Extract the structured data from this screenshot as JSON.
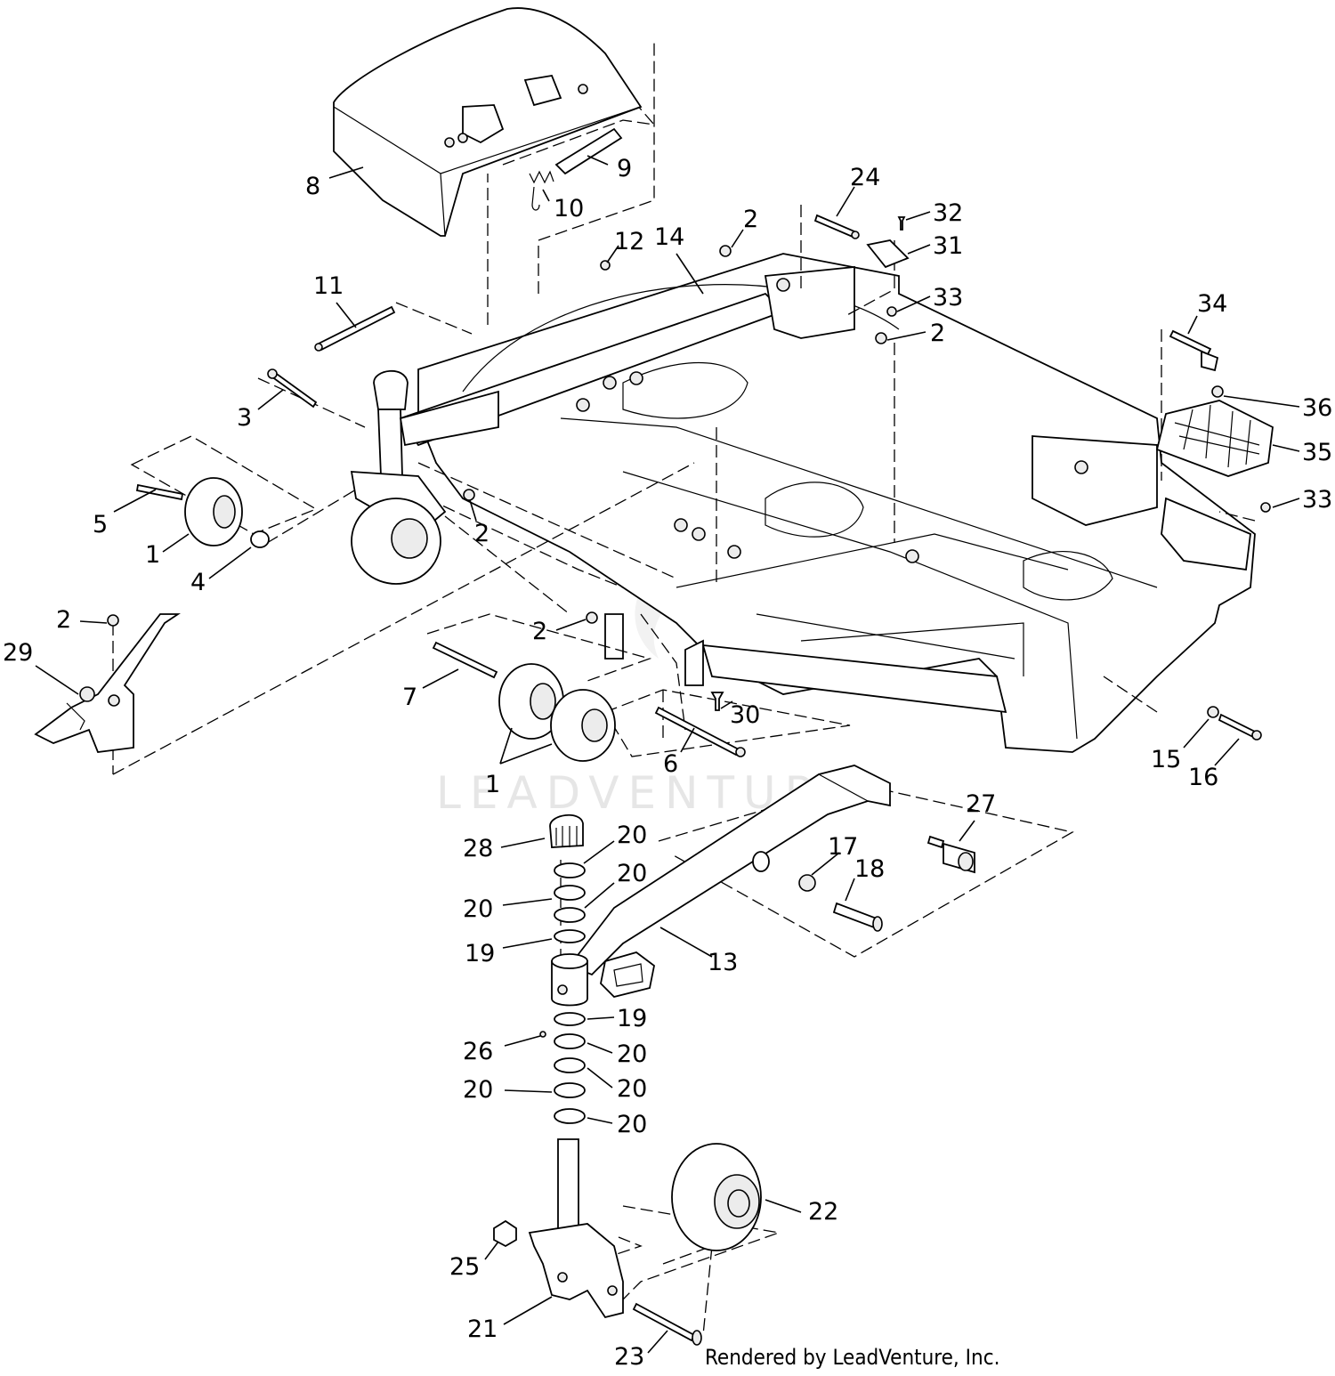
{
  "watermark": "LEADVENTURE",
  "credit": "Rendered by LeadVenture, Inc.",
  "callouts": [
    {
      "id": "c8",
      "label": "8"
    },
    {
      "id": "c9",
      "label": "9"
    },
    {
      "id": "c10",
      "label": "10"
    },
    {
      "id": "c24",
      "label": "24"
    },
    {
      "id": "c32",
      "label": "32"
    },
    {
      "id": "c31",
      "label": "31"
    },
    {
      "id": "c2a",
      "label": "2"
    },
    {
      "id": "c12",
      "label": "12"
    },
    {
      "id": "c14",
      "label": "14"
    },
    {
      "id": "c11",
      "label": "11"
    },
    {
      "id": "c33a",
      "label": "33"
    },
    {
      "id": "c2b",
      "label": "2"
    },
    {
      "id": "c34",
      "label": "34"
    },
    {
      "id": "c3",
      "label": "3"
    },
    {
      "id": "c36",
      "label": "36"
    },
    {
      "id": "c35",
      "label": "35"
    },
    {
      "id": "c5",
      "label": "5"
    },
    {
      "id": "c33b",
      "label": "33"
    },
    {
      "id": "c2c",
      "label": "2"
    },
    {
      "id": "c1a",
      "label": "1"
    },
    {
      "id": "c4",
      "label": "4"
    },
    {
      "id": "c2d",
      "label": "2"
    },
    {
      "id": "c29",
      "label": "29"
    },
    {
      "id": "c2e",
      "label": "2"
    },
    {
      "id": "c7",
      "label": "7"
    },
    {
      "id": "c30",
      "label": "30"
    },
    {
      "id": "c15",
      "label": "15"
    },
    {
      "id": "c16",
      "label": "16"
    },
    {
      "id": "c1b",
      "label": "1"
    },
    {
      "id": "c6",
      "label": "6"
    },
    {
      "id": "c27",
      "label": "27"
    },
    {
      "id": "c28",
      "label": "28"
    },
    {
      "id": "c20a",
      "label": "20"
    },
    {
      "id": "c20b",
      "label": "20"
    },
    {
      "id": "c17",
      "label": "17"
    },
    {
      "id": "c18",
      "label": "18"
    },
    {
      "id": "c20c",
      "label": "20"
    },
    {
      "id": "c19a",
      "label": "19"
    },
    {
      "id": "c13",
      "label": "13"
    },
    {
      "id": "c19b",
      "label": "19"
    },
    {
      "id": "c26",
      "label": "26"
    },
    {
      "id": "c20d",
      "label": "20"
    },
    {
      "id": "c20e",
      "label": "20"
    },
    {
      "id": "c20f",
      "label": "20"
    },
    {
      "id": "c20g",
      "label": "20"
    },
    {
      "id": "c22",
      "label": "22"
    },
    {
      "id": "c25",
      "label": "25"
    },
    {
      "id": "c21",
      "label": "21"
    },
    {
      "id": "c23",
      "label": "23"
    }
  ]
}
